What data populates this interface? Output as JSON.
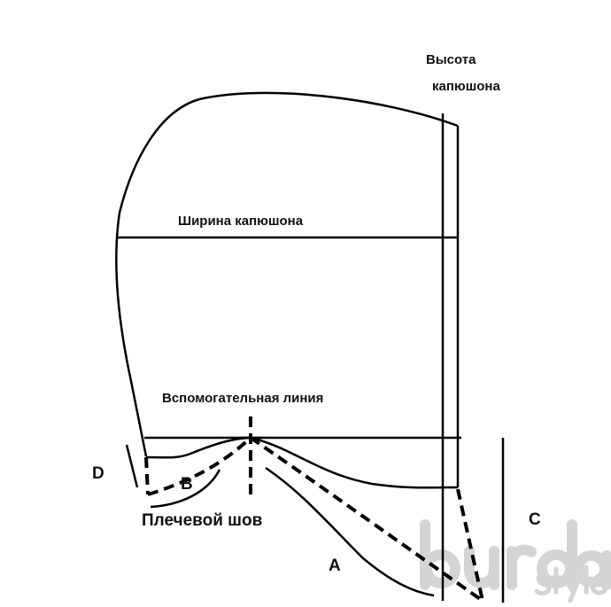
{
  "labels": {
    "height_line1": "Высота",
    "height_line2": "капюшона",
    "width": "Ширина капюшона",
    "helper_line": "Вспомогательная линия",
    "shoulder_seam": "Плечевой шов",
    "A": "A",
    "B": "B",
    "C": "C",
    "D": "D"
  },
  "watermark": {
    "brand": "burda",
    "sub": "style"
  },
  "colors": {
    "line": "#000000",
    "watermark": "#d4d4d4"
  }
}
